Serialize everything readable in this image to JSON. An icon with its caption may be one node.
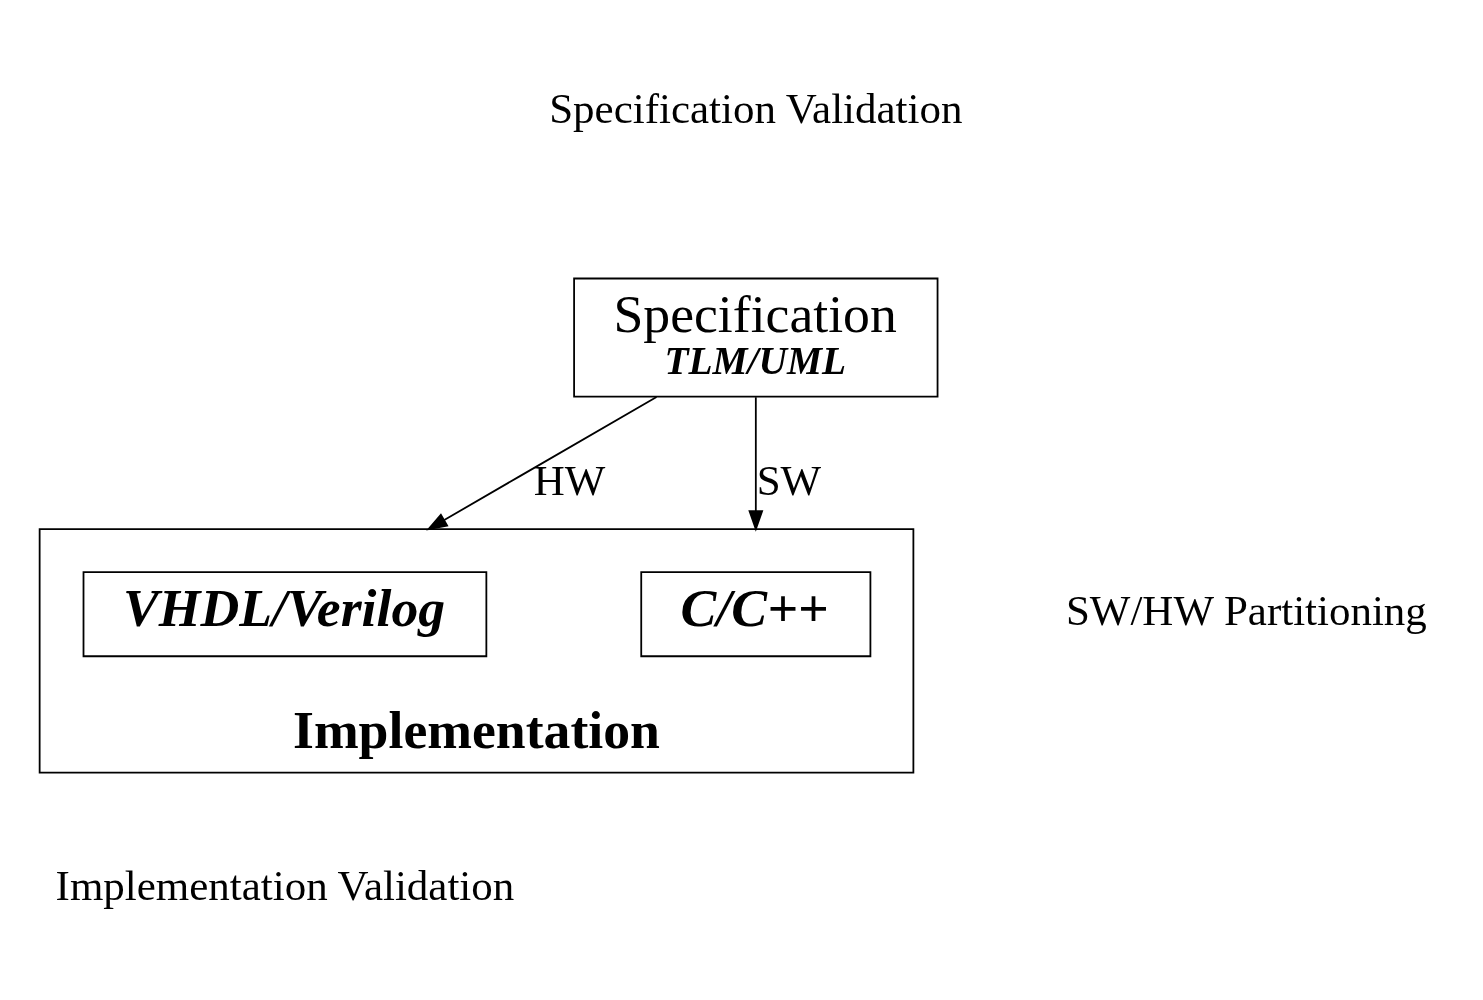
{
  "diagram": {
    "nodes": [
      {
        "text": [
          "Specification",
          "TLM/UML"
        ],
        "beside": [
          "Specification Validation"
        ]
      },
      {
        "text": [
          "Implementation"
        ],
        "beside": [
          "Implementation Validation"
        ]
      },
      {
        "text": [
          "VHDL/Verilog"
        ],
        "in": 1
      },
      {
        "text": [
          "C/C++"
        ],
        "in": 1
      }
    ],
    "edges": [
      {
        "from": 0,
        "to": 1,
        "arrow": "to",
        "label": "HW"
      },
      {
        "from": 0,
        "to": 1,
        "arrow": "to",
        "label": "SW"
      }
    ],
    "labels": [
      "SW/HW Partitioning"
    ]
  }
}
